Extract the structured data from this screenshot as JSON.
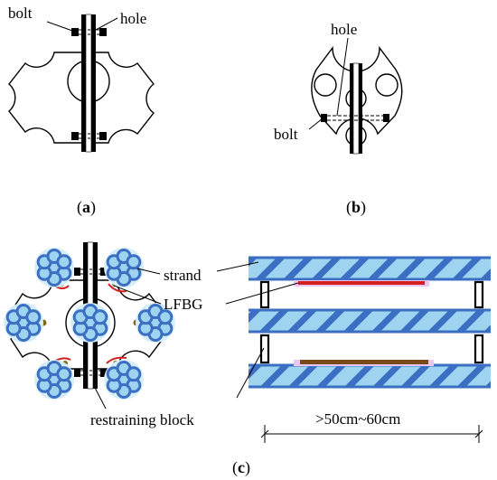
{
  "panel_a": {
    "caption_open": "(",
    "caption_letter": "a",
    "caption_close": ")",
    "labels": {
      "bolt": "bolt",
      "hole": "hole"
    }
  },
  "panel_b": {
    "caption_open": "(",
    "caption_letter": "b",
    "caption_close": ")",
    "labels": {
      "hole": "hole",
      "bolt": "bolt"
    }
  },
  "panel_c": {
    "caption_open": "(",
    "caption_letter": "c",
    "caption_close": ")",
    "labels": {
      "strand": "strand",
      "lfbg": "LFBG",
      "restraining_block": "restraining block",
      "dimension": ">50cm~60cm"
    }
  },
  "colors": {
    "strand_blue": "#3a6fc4",
    "strand_fill": "#9fd4f0",
    "lfbg_red": "#d42020",
    "lfbg_brown": "#7a4a1a",
    "glow": "#e8c8f0",
    "line": "#000000"
  }
}
